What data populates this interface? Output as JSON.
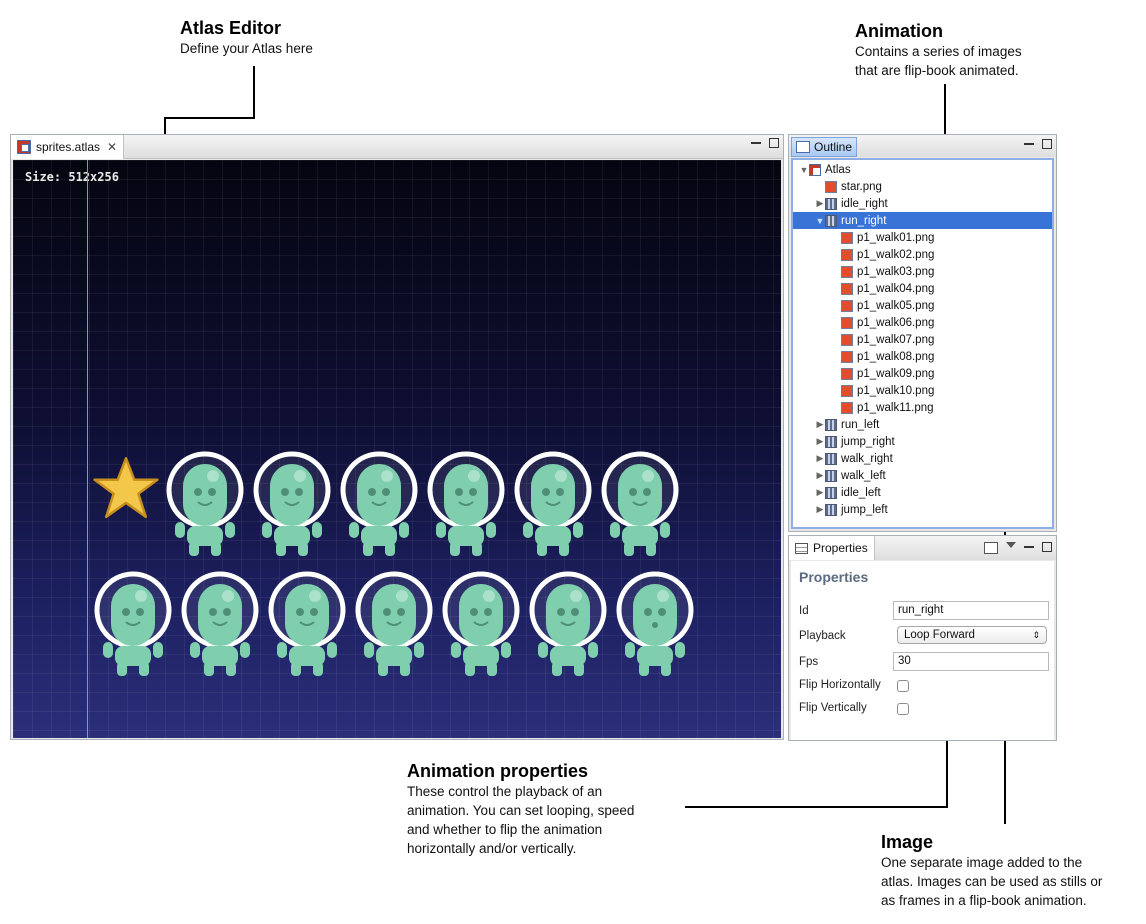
{
  "annotations": {
    "atlas_editor": {
      "title": "Atlas Editor",
      "body": "Define your Atlas here"
    },
    "animation": {
      "title": "Animation",
      "body": [
        "Contains a series of images",
        "that are flip-book animated."
      ]
    },
    "animation_properties": {
      "title": "Animation properties",
      "body": [
        "These control the playback of an",
        "animation. You can set looping, speed",
        "and whether to flip the animation",
        "horizontally and/or vertically."
      ]
    },
    "image": {
      "title": "Image",
      "body": [
        "One separate image added to the",
        "atlas. Images can be used as stills or",
        "as frames in a flip-book animation."
      ]
    }
  },
  "editor": {
    "tab_label": "sprites.atlas",
    "size_label": "Size: 512x256"
  },
  "outline": {
    "tab_label": "Outline",
    "items": [
      {
        "label": "Atlas",
        "type": "atlas",
        "twisty": "▼",
        "indent": 0
      },
      {
        "label": "star.png",
        "type": "image",
        "twisty": "",
        "indent": 1
      },
      {
        "label": "idle_right",
        "type": "animation",
        "twisty": "▶",
        "indent": 1
      },
      {
        "label": "run_right",
        "type": "animation",
        "twisty": "▼",
        "indent": 1,
        "selected": true
      },
      {
        "label": "p1_walk01.png",
        "type": "image",
        "twisty": "",
        "indent": 2
      },
      {
        "label": "p1_walk02.png",
        "type": "image",
        "twisty": "",
        "indent": 2
      },
      {
        "label": "p1_walk03.png",
        "type": "image",
        "twisty": "",
        "indent": 2
      },
      {
        "label": "p1_walk04.png",
        "type": "image",
        "twisty": "",
        "indent": 2
      },
      {
        "label": "p1_walk05.png",
        "type": "image",
        "twisty": "",
        "indent": 2
      },
      {
        "label": "p1_walk06.png",
        "type": "image",
        "twisty": "",
        "indent": 2
      },
      {
        "label": "p1_walk07.png",
        "type": "image",
        "twisty": "",
        "indent": 2
      },
      {
        "label": "p1_walk08.png",
        "type": "image",
        "twisty": "",
        "indent": 2
      },
      {
        "label": "p1_walk09.png",
        "type": "image",
        "twisty": "",
        "indent": 2
      },
      {
        "label": "p1_walk10.png",
        "type": "image",
        "twisty": "",
        "indent": 2
      },
      {
        "label": "p1_walk11.png",
        "type": "image",
        "twisty": "",
        "indent": 2
      },
      {
        "label": "run_left",
        "type": "animation",
        "twisty": "▶",
        "indent": 1
      },
      {
        "label": "jump_right",
        "type": "animation",
        "twisty": "▶",
        "indent": 1
      },
      {
        "label": "walk_right",
        "type": "animation",
        "twisty": "▶",
        "indent": 1
      },
      {
        "label": "walk_left",
        "type": "animation",
        "twisty": "▶",
        "indent": 1
      },
      {
        "label": "idle_left",
        "type": "animation",
        "twisty": "▶",
        "indent": 1
      },
      {
        "label": "jump_left",
        "type": "animation",
        "twisty": "▶",
        "indent": 1
      }
    ]
  },
  "properties": {
    "tab_label": "Properties",
    "title": "Properties",
    "id_label": "Id",
    "id_value": "run_right",
    "playback_label": "Playback",
    "playback_value": "Loop Forward",
    "fps_label": "Fps",
    "fps_value": "30",
    "flip_h_label": "Flip Horizontally",
    "flip_h_checked": false,
    "flip_v_label": "Flip Vertically",
    "flip_v_checked": false
  },
  "icons": {
    "editor_tab": "atlas-file-icon",
    "editor_close": "close-icon",
    "outline_tab": "outline-icon",
    "properties_tab": "properties-icon",
    "image": "image-icon",
    "animation": "animation-icon",
    "star_sprite": "star-icon",
    "alien_sprite": "alien-sprite-icon"
  },
  "colors": {
    "selection": "#3874d8",
    "alien": "#7fcfae",
    "star": "#f3c84a",
    "grid_line": "#4ec94e"
  }
}
